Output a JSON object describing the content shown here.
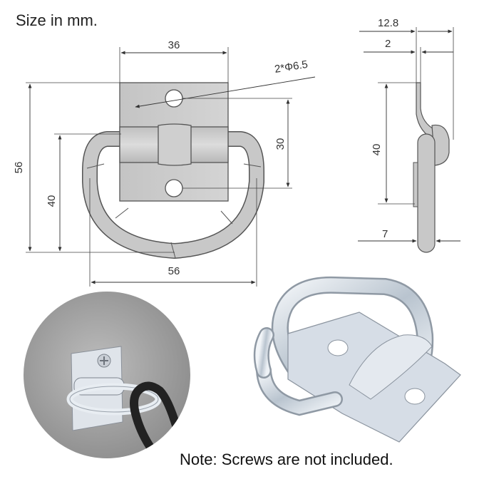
{
  "header": {
    "title": "Size in mm."
  },
  "front_view": {
    "width_top": "36",
    "hole_callout": "2*Φ6.5",
    "hole_spacing": "30",
    "overall_height": "56",
    "ring_height": "40",
    "ring_width": "56"
  },
  "side_view": {
    "overall_depth": "12.8",
    "plate_thickness": "2",
    "ring_height": "40",
    "ring_thickness": "7"
  },
  "footer": {
    "note": "Note: Screws are not included."
  },
  "colors": {
    "plate": "#c8c8c8",
    "outline": "#555555",
    "dim_line": "#333333",
    "chrome": "#d9dfe6",
    "wall": "#a3a3a3"
  }
}
